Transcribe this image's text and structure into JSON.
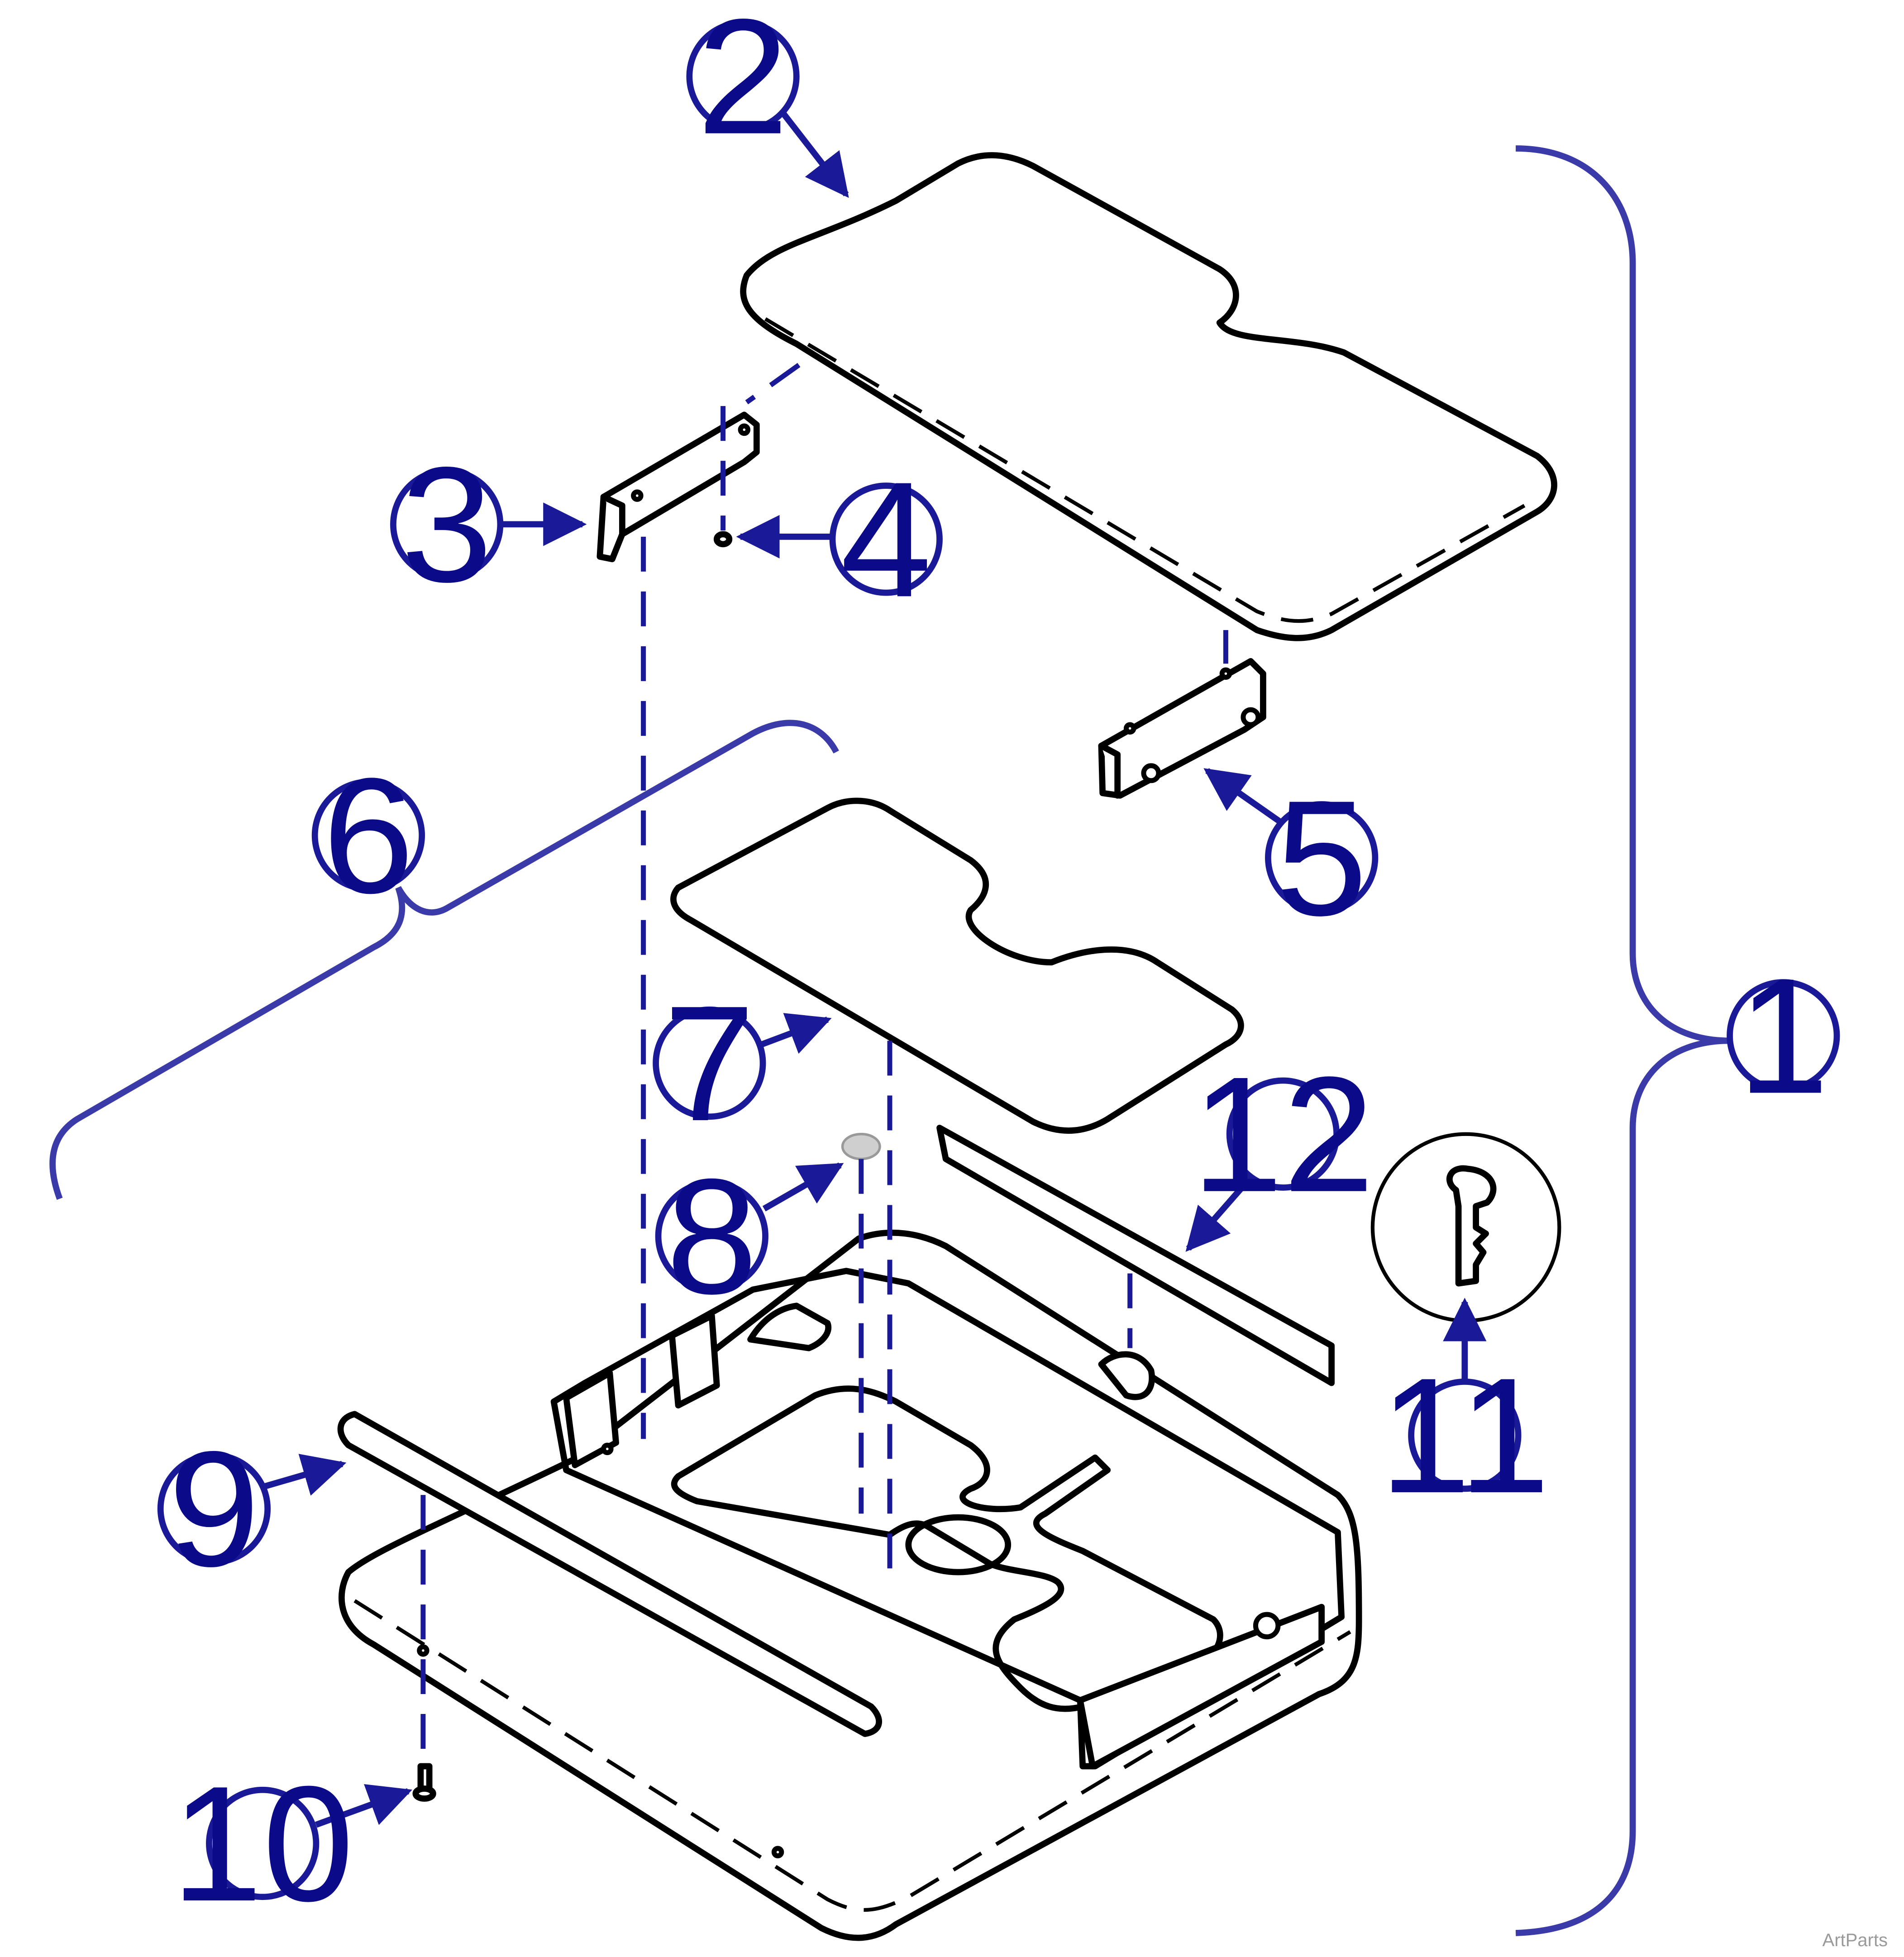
{
  "callouts": [
    {
      "id": "1",
      "label": "1"
    },
    {
      "id": "2",
      "label": "2"
    },
    {
      "id": "3",
      "label": "3"
    },
    {
      "id": "4",
      "label": "4"
    },
    {
      "id": "5",
      "label": "5"
    },
    {
      "id": "6",
      "label": "6"
    },
    {
      "id": "7",
      "label": "7"
    },
    {
      "id": "8",
      "label": "8"
    },
    {
      "id": "9",
      "label": "9"
    },
    {
      "id": "10",
      "label": "10"
    },
    {
      "id": "11",
      "label": "11"
    },
    {
      "id": "12",
      "label": "12"
    }
  ],
  "credit": "ArtParts",
  "colors": {
    "callout": "#1a1a99",
    "linework": "#000000",
    "label": "#0b0b8a"
  }
}
